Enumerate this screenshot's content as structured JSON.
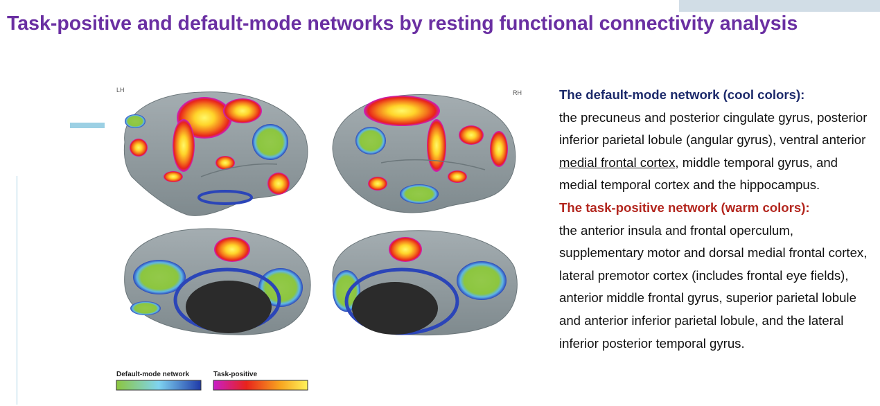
{
  "title": "Task-positive and default-mode networks by resting functional connectivity analysis",
  "figure": {
    "left_label": "LH",
    "right_label": "RH",
    "legend": {
      "dmn_label": "Default-mode network",
      "tp_label": "Task-positive"
    }
  },
  "dmn": {
    "heading": "The default-mode network (cool colors):",
    "body_1": "the precuneus and posterior cingulate gyrus, posterior inferior parietal lobule (angular gyrus), ventral anterior ",
    "link": "medial frontal cortex",
    "body_2": ", middle temporal gyrus, and medial temporal cortex and the hippocampus."
  },
  "tp": {
    "heading": "The task-positive network (warm colors):",
    "body": "the anterior insula and frontal operculum, supplementary motor and dorsal medial frontal cortex, lateral premotor cortex (includes frontal eye fields), anterior middle frontal gyrus, superior parietal lobule and anterior inferior parietal lobule, and the lateral inferior posterior temporal gyrus."
  },
  "colors": {
    "title": "#6a2fa2",
    "dmn_heading": "#1c2a6b",
    "tp_heading": "#b3261e",
    "cortex": "#8f9a9e",
    "dmn_green": "#8cc63f",
    "dmn_blue": "#2b45b8",
    "tp_red": "#e8231c",
    "tp_yellow": "#ffe62a"
  }
}
